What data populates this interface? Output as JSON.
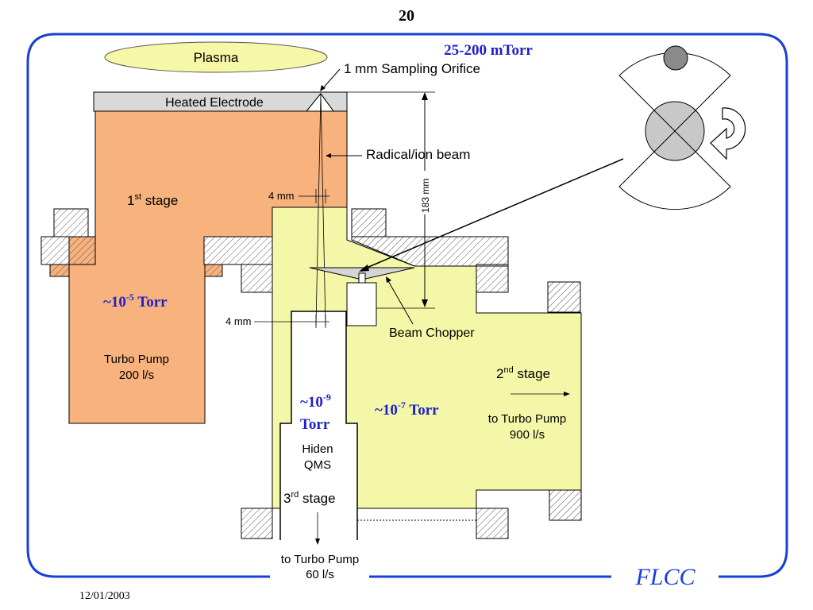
{
  "slide": {
    "number": "20",
    "date": "12/01/2003",
    "logo": "FLCC"
  },
  "colors": {
    "border": "#1a3fd6",
    "stage1": "#f7b27d",
    "stage23": "#f5f7a8",
    "blue_text": "#1f22c8",
    "plasma": "#f6f8a8",
    "electrode": "#d9d9d9",
    "chopper_disk": "#c8c8c8",
    "chopper_hole": "#8a8a8a"
  },
  "labels": {
    "pressure_top": "25-200 mTorr",
    "plasma": "Plasma",
    "orifice": "1 mm Sampling Orifice",
    "electrode": "Heated Electrode",
    "beam": "Radical/ion beam",
    "stage1_base": "1",
    "stage1_sup": "st",
    "stage1_rest": " stage",
    "dim_4mm_top": "4 mm",
    "dim_183": "183 mm",
    "p1_prefix": "~10",
    "p1_exp": "-5",
    "p1_unit": " Torr",
    "pump1_line1": "Turbo Pump",
    "pump1_line2": "200 l/s",
    "dim_4mm_bottom": "4 mm",
    "chopper": "Beam Chopper",
    "stage2_base": "2",
    "stage2_sup": "nd",
    "stage2_rest": " stage",
    "p3_prefix": "~10",
    "p3_exp": "-9",
    "p3_unit": "Torr",
    "p2_prefix": "~10",
    "p2_exp": "-7",
    "p2_unit": " Torr",
    "pump2_line1": "to Turbo Pump",
    "pump2_line2": "900 l/s",
    "qms_line1": "Hiden",
    "qms_line2": "QMS",
    "stage3_base": "3",
    "stage3_sup": "rd",
    "stage3_rest": " stage",
    "pump3_line1": "to Turbo Pump",
    "pump3_line2": "60 l/s"
  }
}
